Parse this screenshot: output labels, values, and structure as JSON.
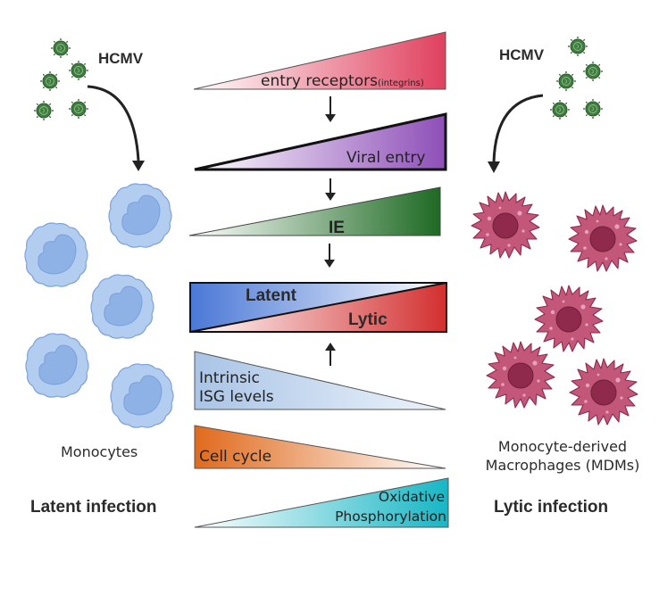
{
  "left_panel": {
    "virus_label": "HCMV",
    "cell_label": "Monocytes",
    "infection_label": "Latent infection",
    "virus_icon": "virus-particle-icon",
    "cell_icon": "monocyte-cell-icon",
    "virus_count": 5,
    "cell_count": 5
  },
  "right_panel": {
    "virus_label": "HCMV",
    "cell_label_line1": "Monocyte-derived",
    "cell_label_line2": "Macrophages (MDMs)",
    "infection_label": "Lytic infection",
    "virus_icon": "virus-particle-icon",
    "cell_icon": "macrophage-cell-icon",
    "virus_count": 5,
    "cell_count": 5
  },
  "gradients": {
    "entry_receptors": {
      "label": "entry receptors",
      "sublabel": "(integrins)",
      "direction": "increasing",
      "color": "#e0405e"
    },
    "viral_entry": {
      "label": "Viral entry",
      "direction": "increasing",
      "color": "#8e4fb8"
    },
    "ie": {
      "label": "IE",
      "direction": "increasing",
      "color": "#1e6a23"
    },
    "latent_lytic": {
      "latent_label": "Latent",
      "lytic_label": "Lytic",
      "latent_color": "#4a78d6",
      "lytic_color": "#d32f2f"
    },
    "isg": {
      "label_line1": "Intrinsic",
      "label_line2": "ISG levels",
      "direction": "decreasing",
      "color": "#a9c4e6"
    },
    "cell_cycle": {
      "label": "Cell cycle",
      "direction": "decreasing",
      "color": "#e06a1c"
    },
    "oxphos": {
      "label_line1": "Oxidative",
      "label_line2": "Phosphorylation",
      "direction": "increasing",
      "color": "#17b6c4"
    }
  },
  "arrows": {
    "down_icon": "arrow-down-icon",
    "up_icon": "arrow-up-icon"
  },
  "colors": {
    "virus_fill": "#3f7d3f",
    "monocyte_fill": "#b3cdf0",
    "monocyte_nucleus": "#8fb2e6",
    "macrophage_fill": "#c2577a",
    "macrophage_nucleus": "#8f2a4d",
    "text": "#2b2b2b"
  }
}
